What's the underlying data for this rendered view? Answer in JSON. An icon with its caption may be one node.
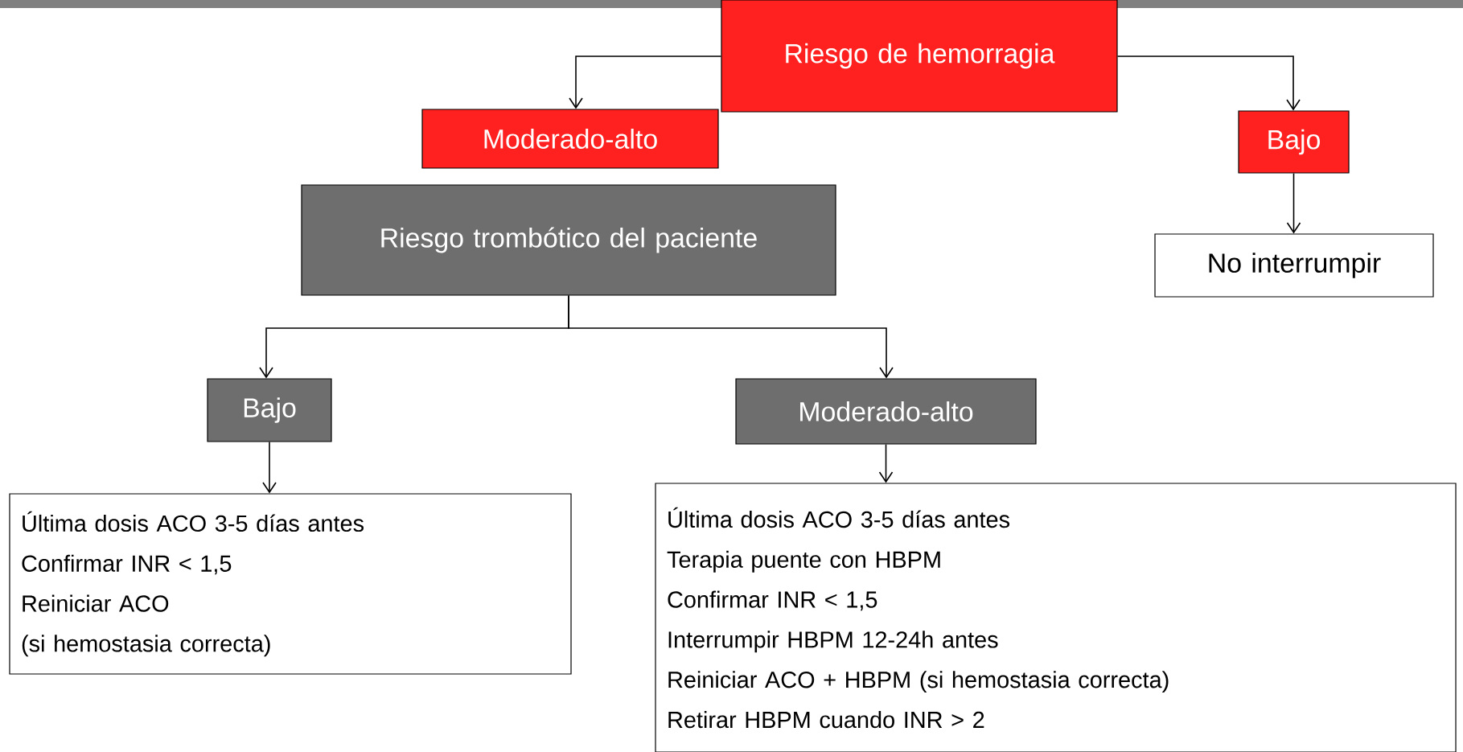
{
  "diagram": {
    "nodes": [
      {
        "text": [
          "Riesgo de hemorragia"
        ]
      },
      {
        "text": [
          "Moderado-alto"
        ]
      },
      {
        "text": [
          "Bajo"
        ]
      },
      {
        "text": [
          "Riesgo trombótico del paciente"
        ]
      },
      {
        "text": [
          "No interrumpir"
        ]
      },
      {
        "text": [
          "Bajo"
        ]
      },
      {
        "text": [
          "Moderado-alto"
        ]
      },
      {
        "text": [
          "Última dosis ACO 3-5 días antes",
          "Confirmar INR < 1,5",
          "Reiniciar ACO",
          "(si hemostasia correcta)"
        ]
      },
      {
        "text": [
          "Última dosis ACO 3-5 días antes",
          "Terapia puente con HBPM",
          "Confirmar INR < 1,5",
          "Interrumpir HBPM 12-24h antes",
          "Reiniciar ACO + HBPM   (si hemostasia correcta)",
          "Retirar HBPM cuando INR > 2"
        ]
      }
    ],
    "edges": [
      {
        "from": 0,
        "to": 1,
        "arrow": "to"
      },
      {
        "from": 0,
        "to": 2,
        "arrow": "to"
      },
      {
        "from": 2,
        "to": 4,
        "arrow": "to"
      },
      {
        "from": 3,
        "to": 5,
        "arrow": "to"
      },
      {
        "from": 3,
        "to": 6,
        "arrow": "to"
      },
      {
        "from": 5,
        "to": 7,
        "arrow": "to"
      },
      {
        "from": 6,
        "to": 8,
        "arrow": "to"
      }
    ]
  }
}
